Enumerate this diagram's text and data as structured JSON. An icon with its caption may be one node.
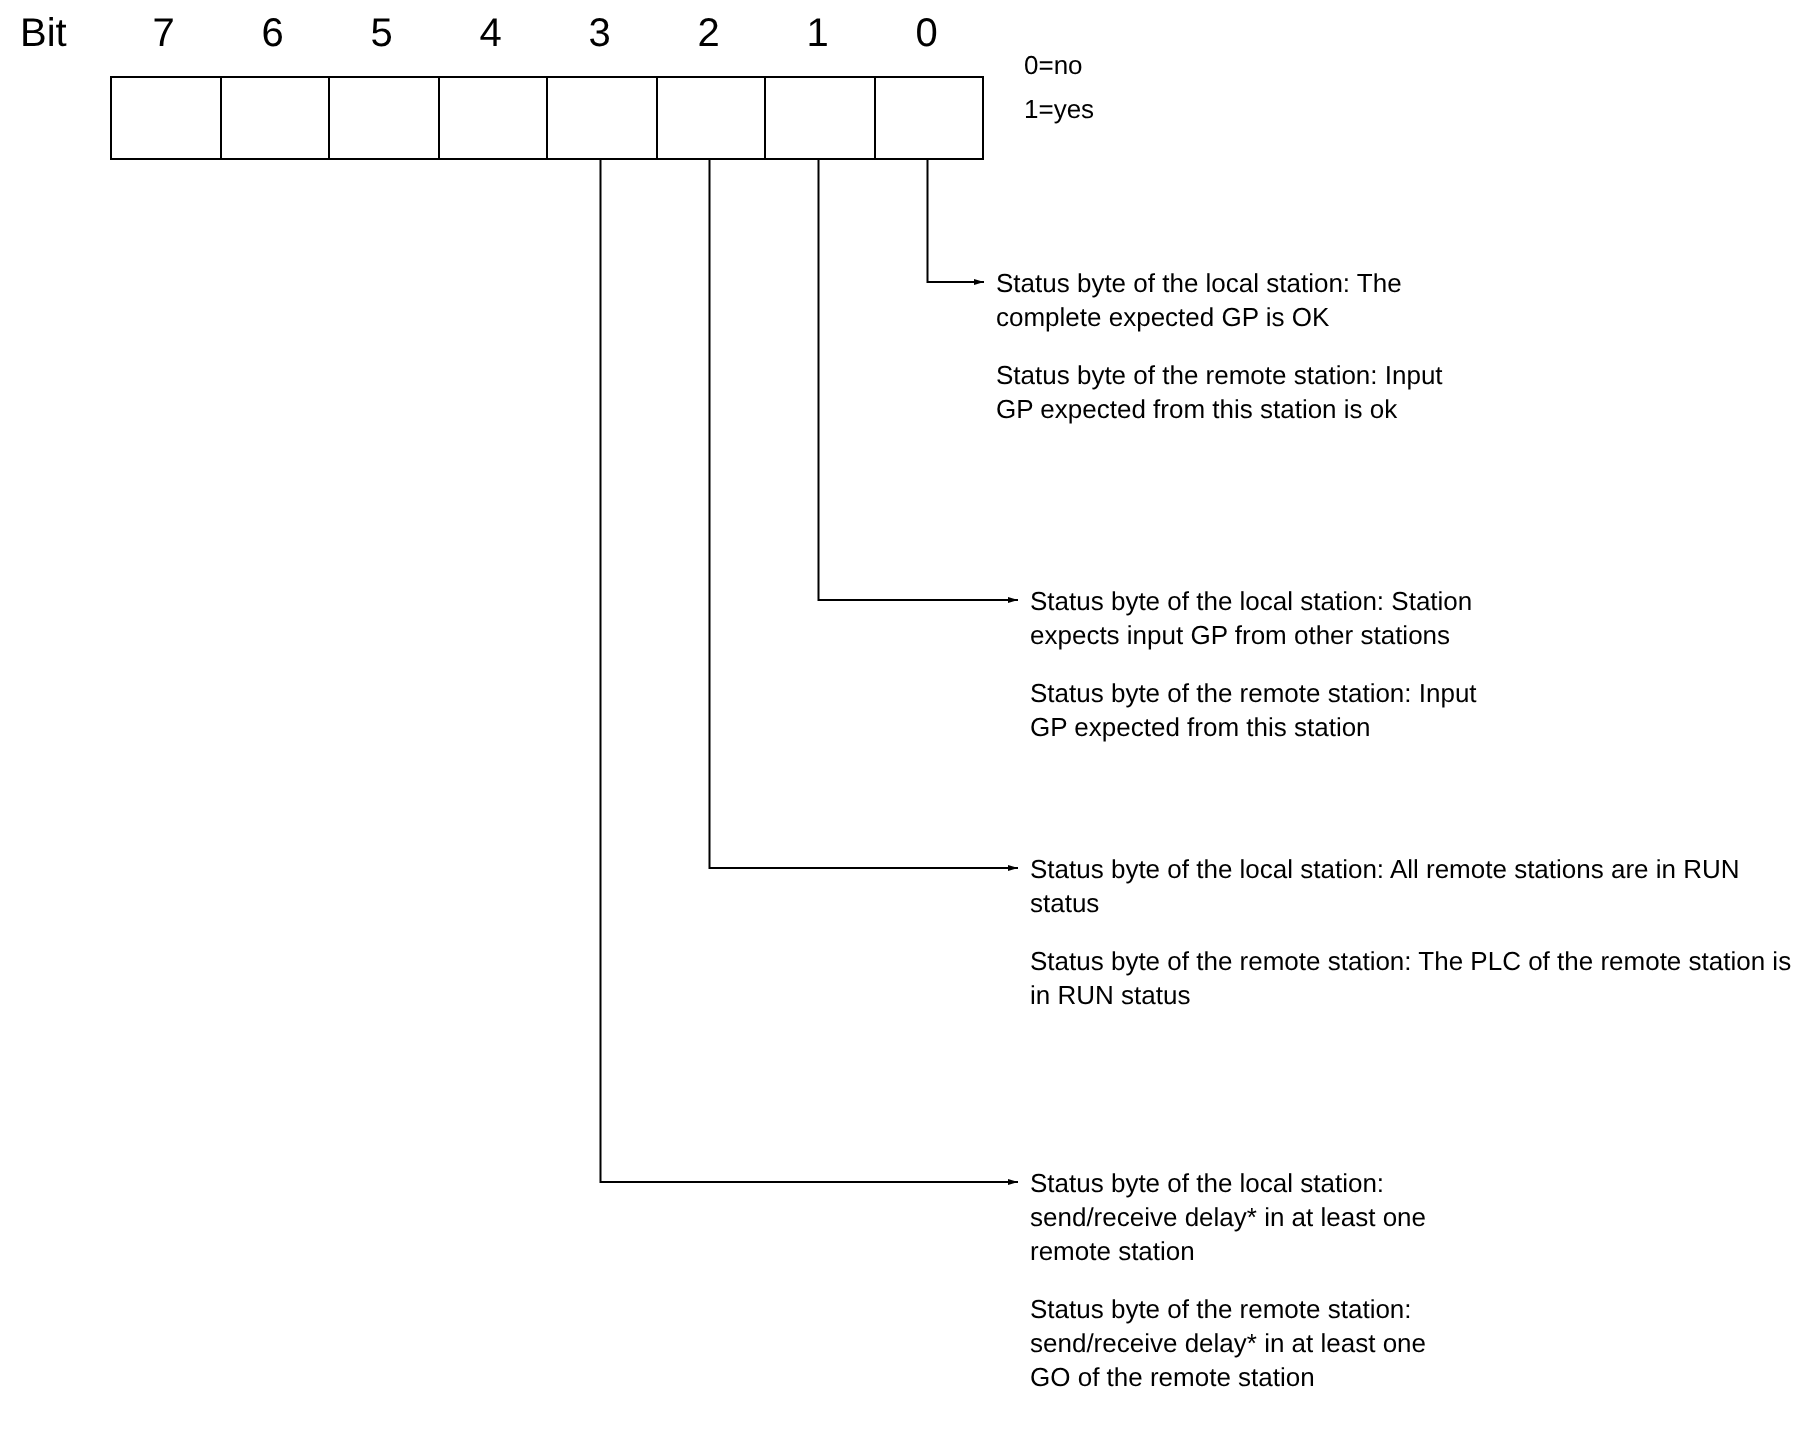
{
  "diagram": {
    "nodes": [
      {
        "text": [],
        "shape": "box"
      },
      {
        "text": [],
        "shape": "box"
      },
      {
        "text": [],
        "shape": "box"
      },
      {
        "text": [],
        "shape": "box"
      },
      {
        "text": [],
        "shape": "box"
      },
      {
        "text": [],
        "shape": "box"
      },
      {
        "text": [],
        "shape": "box"
      },
      {
        "text": [],
        "shape": "box"
      },
      {
        "text": [
          "Status byte of the local station: The complete expected GP is OK",
          "Status byte of the remote station: Input GP expected from this station is ok"
        ]
      },
      {
        "text": [
          "Status byte of the local station: Station expects input GP from other stations",
          "Status byte of the remote station: Input GP expected from this station"
        ]
      },
      {
        "text": [
          "Status byte of the local station: All remote stations are in RUN status",
          "Status byte of the remote station: The PLC of the remote station is in RUN status"
        ]
      },
      {
        "text": [
          "Status byte of the local station: send/receive delay* in at least one remote station",
          "Status byte of the remote station: send/receive delay* in at least one GO of the remote station"
        ]
      }
    ],
    "edges": [
      {
        "from": 7,
        "to": 8,
        "arrow": "to"
      },
      {
        "from": 6,
        "to": 9,
        "arrow": "to"
      },
      {
        "from": 5,
        "to": 10,
        "arrow": "to"
      },
      {
        "from": 4,
        "to": 11,
        "arrow": "to"
      }
    ],
    "labels": [
      "Bit",
      "7",
      "6",
      "5",
      "4",
      "3",
      "2",
      "1",
      "0",
      "0=no",
      "1=yes"
    ]
  }
}
